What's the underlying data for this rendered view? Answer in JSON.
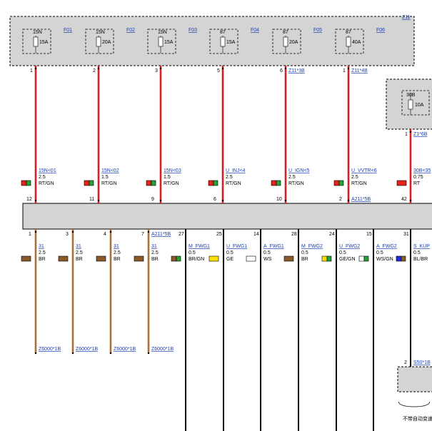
{
  "module": {
    "label": "Z11"
  },
  "fuses": [
    {
      "id": "F01",
      "rating_top": "15N",
      "rating": "15A"
    },
    {
      "id": "F02",
      "rating_top": "15N",
      "rating": "20A"
    },
    {
      "id": "F03",
      "rating_top": "15N",
      "rating": "15A"
    },
    {
      "id": "F04",
      "rating_top": "87",
      "rating": "15A"
    },
    {
      "id": "F05",
      "rating_top": "87",
      "rating": "20A"
    },
    {
      "id": "F06",
      "rating_top": "87",
      "rating": "40A"
    }
  ],
  "side_fuse": {
    "rating_top": "30B",
    "rating": "10A"
  },
  "top_wires": [
    {
      "pin_top": "1",
      "ref_top": "",
      "signal": "15N<01",
      "gauge": "2.5",
      "color": "RT/GN",
      "pin_bottom": "12",
      "ref_bottom": ""
    },
    {
      "pin_top": "2",
      "ref_top": "",
      "signal": "15N<02",
      "gauge": "1.5",
      "color": "RT/GN",
      "pin_bottom": "11",
      "ref_bottom": ""
    },
    {
      "pin_top": "3",
      "ref_top": "",
      "signal": "15N<03",
      "gauge": "1.5",
      "color": "RT/GN",
      "pin_bottom": "9",
      "ref_bottom": ""
    },
    {
      "pin_top": "5",
      "ref_top": "",
      "signal": "U_INJ<4",
      "gauge": "2.5",
      "color": "RT/GN",
      "pin_bottom": "6",
      "ref_bottom": ""
    },
    {
      "pin_top": "6",
      "ref_top": "Z11*3B",
      "signal": "U_IGN<5",
      "gauge": "2.5",
      "color": "RT/GN",
      "pin_bottom": "10",
      "ref_bottom": ""
    },
    {
      "pin_top": "1",
      "ref_top": "Z11*4B",
      "signal": "U_VVTR<6",
      "gauge": "2.5",
      "color": "RT/GN",
      "pin_bottom": "2",
      "ref_bottom": "A211*5B"
    },
    {
      "pin_top": "1",
      "ref_top": "Z1*6B",
      "signal": "30B<35",
      "gauge": "0.75",
      "color": "RT",
      "pin_bottom": "42",
      "ref_bottom": ""
    }
  ],
  "bottom_header": {
    "ref": "A211*5B"
  },
  "bottom_wires": [
    {
      "pin": "1",
      "signal": "31",
      "gauge": "2.5",
      "color": "BR",
      "dest": "Z6000*1B"
    },
    {
      "pin": "3",
      "signal": "31",
      "gauge": "2.5",
      "color": "BR",
      "dest": "Z6000*1B"
    },
    {
      "pin": "4",
      "signal": "31",
      "gauge": "2.5",
      "color": "BR",
      "dest": "Z6000*1B"
    },
    {
      "pin": "7",
      "signal": "31",
      "gauge": "2.5",
      "color": "BR",
      "dest": "Z6000*1B"
    },
    {
      "pin": "27",
      "signal": "M_FWG1",
      "gauge": "0.5",
      "color": "BR/GN",
      "dest": ""
    },
    {
      "pin": "25",
      "signal": "U_FWG1",
      "gauge": "0.5",
      "color": "GE",
      "dest": ""
    },
    {
      "pin": "14",
      "signal": "A_FWG1",
      "gauge": "0.5",
      "color": "WS",
      "dest": ""
    },
    {
      "pin": "28",
      "signal": "M_FWG2",
      "gauge": "0.5",
      "color": "BR",
      "dest": ""
    },
    {
      "pin": "24",
      "signal": "U_FWG2",
      "gauge": "0.5",
      "color": "GE/GN",
      "dest": ""
    },
    {
      "pin": "15",
      "signal": "A_FWG2",
      "gauge": "0.5",
      "color": "WS/GN",
      "dest": ""
    },
    {
      "pin": "31",
      "signal": "S_KUP",
      "gauge": "0.5",
      "color": "BL/BR",
      "dest": ""
    }
  ],
  "bottom_connector": {
    "pin": "2",
    "ref": "S50*1B"
  },
  "footnote": "不带自动变速",
  "colors": {
    "red_wire": "#d81f26",
    "brown_wire": "#a8703a",
    "black_wire": "#000000",
    "panel_fill": "#d4d4d4",
    "swatch_red": "#e2231a",
    "swatch_green": "#21a336",
    "swatch_brown": "#8b5a2b",
    "swatch_yellow": "#ffe000",
    "swatch_white": "#ffffff",
    "swatch_blue": "#1c2ee0",
    "link_blue": "#1a3fb0"
  }
}
